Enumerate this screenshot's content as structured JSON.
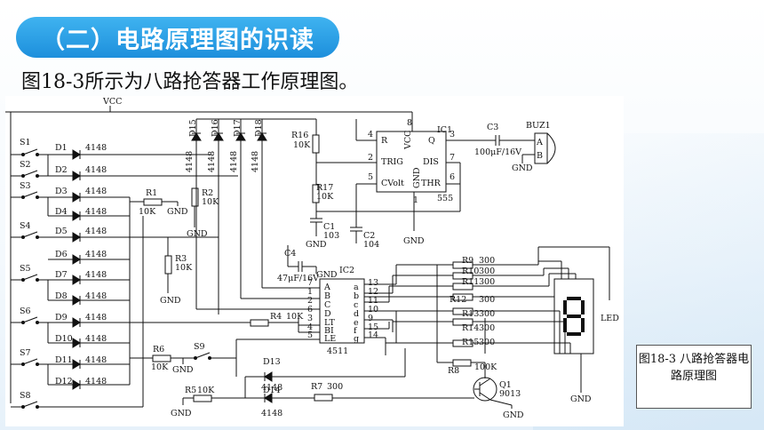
{
  "slide": {
    "heading": "（二）电路原理图的识读",
    "intro": "图18-3所示为八路抢答器工作原理图。",
    "caption": "图18-3 八路抢答器电路原理图"
  },
  "schematic": {
    "vcc": "VCC",
    "switches": [
      "S1",
      "S2",
      "S3",
      "S4",
      "S5",
      "S6",
      "S7",
      "S8",
      "S9"
    ],
    "diodes_left": [
      "D1",
      "D2",
      "D3",
      "D4",
      "D5",
      "D6",
      "D7",
      "D8",
      "D9",
      "D10",
      "D11",
      "D12"
    ],
    "diode_part": "4148",
    "diodes_top": [
      "D15",
      "D16",
      "D17",
      "D18"
    ],
    "diodes_lower": [
      "D13",
      "D14"
    ],
    "resistors": {
      "r1": "R1",
      "r1v": "10K",
      "r2": "R2",
      "r2v": "10K",
      "r3": "R3",
      "r3v": "10K",
      "r4": "R4",
      "r4v": "10K",
      "r5": "R5",
      "r5v": "10K",
      "r6": "R6",
      "r6v": "10K",
      "r7": "R7",
      "r7v": "300",
      "r8": "R8",
      "r8v": "100K",
      "r16": "R16",
      "r16v": "10K",
      "r17": "R17",
      "r17v": "10K"
    },
    "r_array": [
      {
        "name": "R9",
        "value": "300"
      },
      {
        "name": "R10",
        "value": "300"
      },
      {
        "name": "R11",
        "value": "300"
      },
      {
        "name": "R12",
        "value": "300"
      },
      {
        "name": "R13",
        "value": "300"
      },
      {
        "name": "R14",
        "value": "300"
      },
      {
        "name": "R15",
        "value": "300"
      }
    ],
    "capacitors": {
      "c1": "C1",
      "c1v": "103",
      "c2": "C2",
      "c2v": "104",
      "c3": "C3",
      "c3v": "100μF/16V",
      "c4": "C4",
      "c4v": "47μF/16V"
    },
    "ic1": {
      "name": "IC1",
      "part": "555",
      "pins": {
        "r": "R",
        "trig": "TRIG",
        "cvolt": "CVolt",
        "vcc": "VCC",
        "gnd": "GND",
        "q": "Q",
        "dis": "DIS",
        "thr": "THR"
      },
      "pin_numbers": {
        "p4": "4",
        "p2": "2",
        "p5": "5",
        "p8": "8",
        "p3": "3",
        "p7": "7",
        "p6": "6",
        "p1": "1"
      }
    },
    "ic2": {
      "name": "IC2",
      "part": "4511",
      "left_pins": [
        "A",
        "B",
        "C",
        "D",
        "LT",
        "BI",
        "LE"
      ],
      "left_nums": [
        "7",
        "1",
        "2",
        "6",
        "3",
        "4",
        "5"
      ],
      "right_pins": [
        "a",
        "b",
        "c",
        "d",
        "e",
        "f",
        "g"
      ],
      "right_nums": [
        "13",
        "12",
        "11",
        "10",
        "9",
        "15",
        "14"
      ]
    },
    "buzzer": {
      "name": "BUZ1",
      "pin_a": "A",
      "pin_b": "B"
    },
    "transistor": {
      "name": "Q1",
      "part": "9013"
    },
    "display": {
      "label": "LED"
    },
    "gnd": "GND"
  }
}
